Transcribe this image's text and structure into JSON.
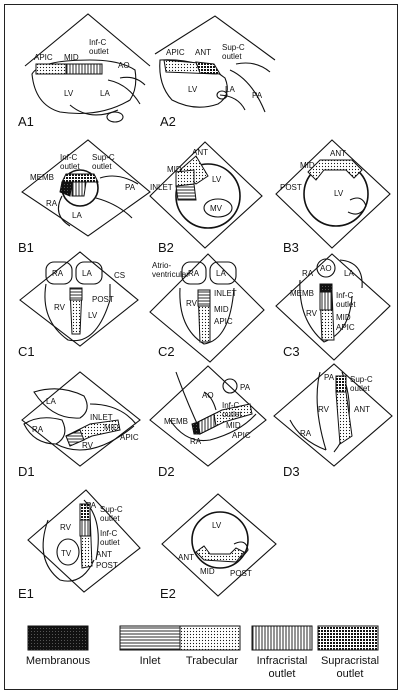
{
  "panels": [
    {
      "id": "A1",
      "labels": {
        "apic": "APIC",
        "mid": "MID",
        "infc": "Inf-C",
        "outlet": "outlet",
        "ao": "AO",
        "lv": "LV",
        "la": "LA"
      }
    },
    {
      "id": "A2",
      "labels": {
        "apic": "APIC",
        "ant": "ANT",
        "supc": "Sup-C",
        "outlet": "outlet",
        "lv": "LV",
        "la": "LA",
        "pa": "PA"
      }
    },
    {
      "id": "B1",
      "labels": {
        "infc": "Inf-C",
        "outlet1": "outlet",
        "supc": "Sup-C",
        "outlet2": "outlet",
        "memb": "MEMB",
        "pa": "PA",
        "ra": "RA",
        "la": "LA"
      }
    },
    {
      "id": "B2",
      "labels": {
        "ant": "ANT",
        "mid": "MID",
        "lv": "LV",
        "inlet": "INLET",
        "mv": "MV"
      }
    },
    {
      "id": "B3",
      "labels": {
        "ant": "ANT",
        "mid": "MID",
        "post": "POST",
        "lv": "LV"
      }
    },
    {
      "id": "C1",
      "labels": {
        "ra": "RA",
        "la": "LA",
        "cs": "CS",
        "post": "POST",
        "rv": "RV",
        "lv": "LV"
      }
    },
    {
      "id": "C2",
      "labels": {
        "atrio1": "Atrio-",
        "atrio2": "ventricular",
        "ra": "RA",
        "la": "LA",
        "rv": "RV",
        "inlet": "INLET",
        "mid": "MID",
        "apic": "APIC"
      }
    },
    {
      "id": "C3",
      "labels": {
        "ao": "AO",
        "ra": "RA",
        "la": "LA",
        "memb": "MEMB",
        "infc": "Inf-C",
        "outlet": "outlet",
        "rv": "RV",
        "mid": "MID",
        "apic": "APIC"
      }
    },
    {
      "id": "D1",
      "labels": {
        "la": "LA",
        "ra": "RA",
        "inlet": "INLET",
        "mid": "MID",
        "apic": "APIC",
        "rv": "RV"
      }
    },
    {
      "id": "D2",
      "labels": {
        "pa": "PA",
        "ao": "AO",
        "infc": "Inf-C",
        "outlet": "outlet",
        "memb": "MEMB",
        "mid": "MID",
        "apic": "APIC",
        "ra": "RA"
      }
    },
    {
      "id": "D3",
      "labels": {
        "pa": "PA",
        "supc": "Sup-C",
        "outlet": "outlet",
        "rv": "RV",
        "ant": "ANT",
        "ra": "RA"
      }
    },
    {
      "id": "E1",
      "labels": {
        "pa": "PA",
        "supc": "Sup-C",
        "outlet1": "outlet",
        "rv": "RV",
        "infc": "Inf-C",
        "outlet2": "outlet",
        "tv": "TV",
        "ant": "ANT",
        "post": "POST"
      }
    },
    {
      "id": "E2",
      "labels": {
        "lv": "LV",
        "ant": "ANT",
        "mid": "MID",
        "post": "POST"
      }
    }
  ],
  "legend": [
    {
      "key": "membranous",
      "label": "Membranous"
    },
    {
      "key": "inlet",
      "label": "Inlet"
    },
    {
      "key": "trabecular",
      "label": "Trabecular"
    },
    {
      "key": "infracristal",
      "label1": "Infracristal",
      "label2": "outlet"
    },
    {
      "key": "supracristal",
      "label1": "Supracristal",
      "label2": "outlet"
    }
  ]
}
